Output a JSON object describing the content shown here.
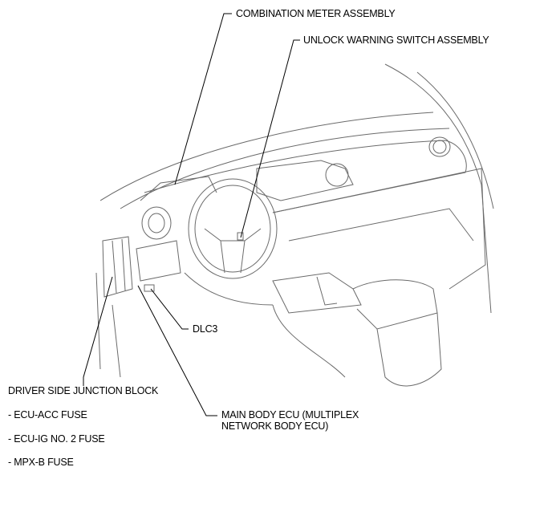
{
  "labels": {
    "combination_meter": "COMBINATION METER ASSEMBLY",
    "unlock_warning": "UNLOCK WARNING SWITCH ASSEMBLY",
    "dlc3": "DLC3",
    "main_body_ecu_line1": "MAIN BODY ECU (MULTIPLEX",
    "main_body_ecu_line2": "NETWORK BODY ECU)",
    "junction_block": "DRIVER SIDE JUNCTION BLOCK",
    "fuses": [
      "- ECU-ACC FUSE",
      "- ECU-IG NO. 2 FUSE",
      "- MPX-B FUSE"
    ]
  }
}
